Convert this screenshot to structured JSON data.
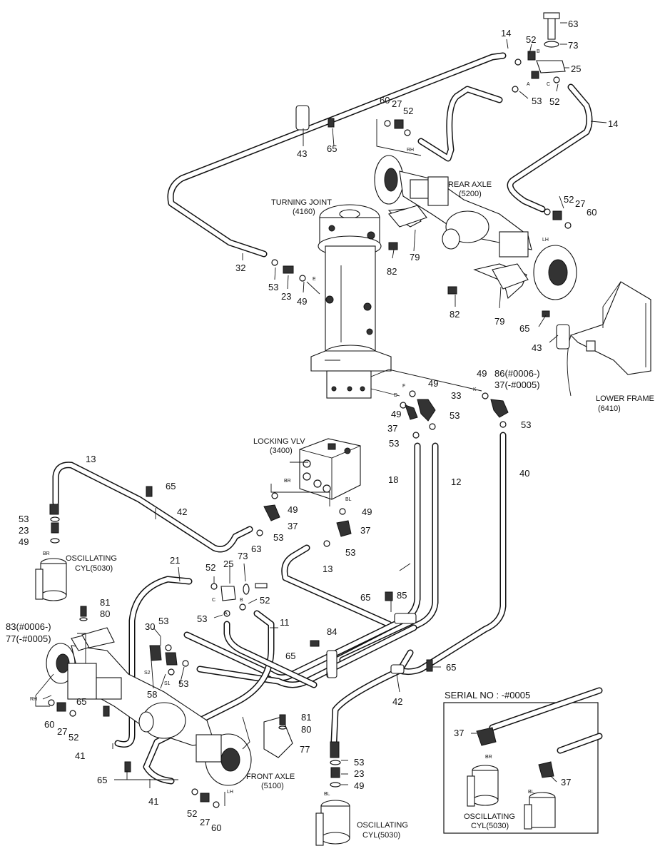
{
  "components": {
    "turning_joint": {
      "name": "TURNING JOINT",
      "code": "(4160)"
    },
    "rear_axle": {
      "name": "REAR AXLE",
      "code": "(5200)"
    },
    "front_axle": {
      "name": "FRONT AXLE",
      "code": "(5100)"
    },
    "lower_frame": {
      "name": "LOWER FRAME",
      "code": "(6410)"
    },
    "locking_valve": {
      "name": "LOCKING VLV",
      "code": "(3400)"
    },
    "osc_cyl_left": {
      "name": "OSCILLATING",
      "code": "CYL(5030)"
    },
    "osc_cyl_bottom": {
      "name": "OSCILLATING",
      "code": "CYL(5030)"
    },
    "osc_cyl_inset": {
      "name": "OSCILLATING",
      "code": "CYL(5030)"
    }
  },
  "inset": {
    "title": "SERIAL NO : -#0005"
  },
  "part_callouts": {
    "p63a": "63",
    "p73a": "73",
    "p25a": "25",
    "p14a": "14",
    "p52a": "52",
    "p53a": "53",
    "p52b": "52",
    "p14b": "14",
    "p60a": "60",
    "p27a": "27",
    "p52c": "52",
    "p43a": "43",
    "p65a": "65",
    "p52d": "52",
    "p27b": "27",
    "p60b": "60",
    "p32": "32",
    "p53b": "53",
    "p23a": "23",
    "p49a": "49",
    "p79a": "79",
    "p82a": "82",
    "p82b": "82",
    "p79b": "79",
    "p65b": "65",
    "p43b": "43",
    "p49b": "49",
    "p86": "86(#0006-)",
    "p37top": "37(-#0005)",
    "p49c": "49",
    "p33": "33",
    "p49d": "49",
    "p53c": "53",
    "p37a": "37",
    "p53d": "53",
    "p53e": "53",
    "p13a": "13",
    "p65c": "65",
    "p42a": "42",
    "p53f": "53",
    "p23b": "23",
    "p49e": "49",
    "p49f": "49",
    "p37b": "37",
    "p53g": "53",
    "p49g": "49",
    "p37c": "37",
    "p53h": "53",
    "p13b": "13",
    "p18": "18",
    "p12": "12",
    "p40": "40",
    "p21": "21",
    "p52e": "52",
    "p25b": "25",
    "p73b": "73",
    "p63b": "63",
    "p52f": "52",
    "p53i": "53",
    "p11": "11",
    "p81a": "81",
    "p80a": "80",
    "p83": "83(#0006-)",
    "p77a": "77(-#0005)",
    "p30": "30",
    "p53j": "53",
    "p58": "58",
    "p53k": "53",
    "p65d": "65",
    "p85": "85",
    "p84": "84",
    "p65e": "65",
    "p65f": "65",
    "p42b": "42",
    "p60c": "60",
    "p27c": "27",
    "p52g": "52",
    "p65g": "65",
    "p41a": "41",
    "p81b": "81",
    "p80b": "80",
    "p77b": "77",
    "p65h": "65",
    "p41b": "41",
    "p52h": "52",
    "p27d": "27",
    "p60d": "60",
    "p53l": "53",
    "p23c": "23",
    "p49h": "49",
    "p37d": "37",
    "p37e": "37"
  },
  "port_marks": {
    "a1": "A",
    "b1": "B",
    "c1": "C",
    "e": "E",
    "f": "F",
    "d": "D",
    "k": "K",
    "a2": "A",
    "b2": "B",
    "c2": "C",
    "s1": "S1",
    "s2": "S2",
    "rh1": "RH",
    "lh1": "LH",
    "rh2": "RH",
    "lh2": "LH",
    "br1": "BR",
    "bl1": "BL",
    "br2": "BR",
    "bl2": "BL",
    "br3": "BR",
    "bl3": "BL"
  }
}
